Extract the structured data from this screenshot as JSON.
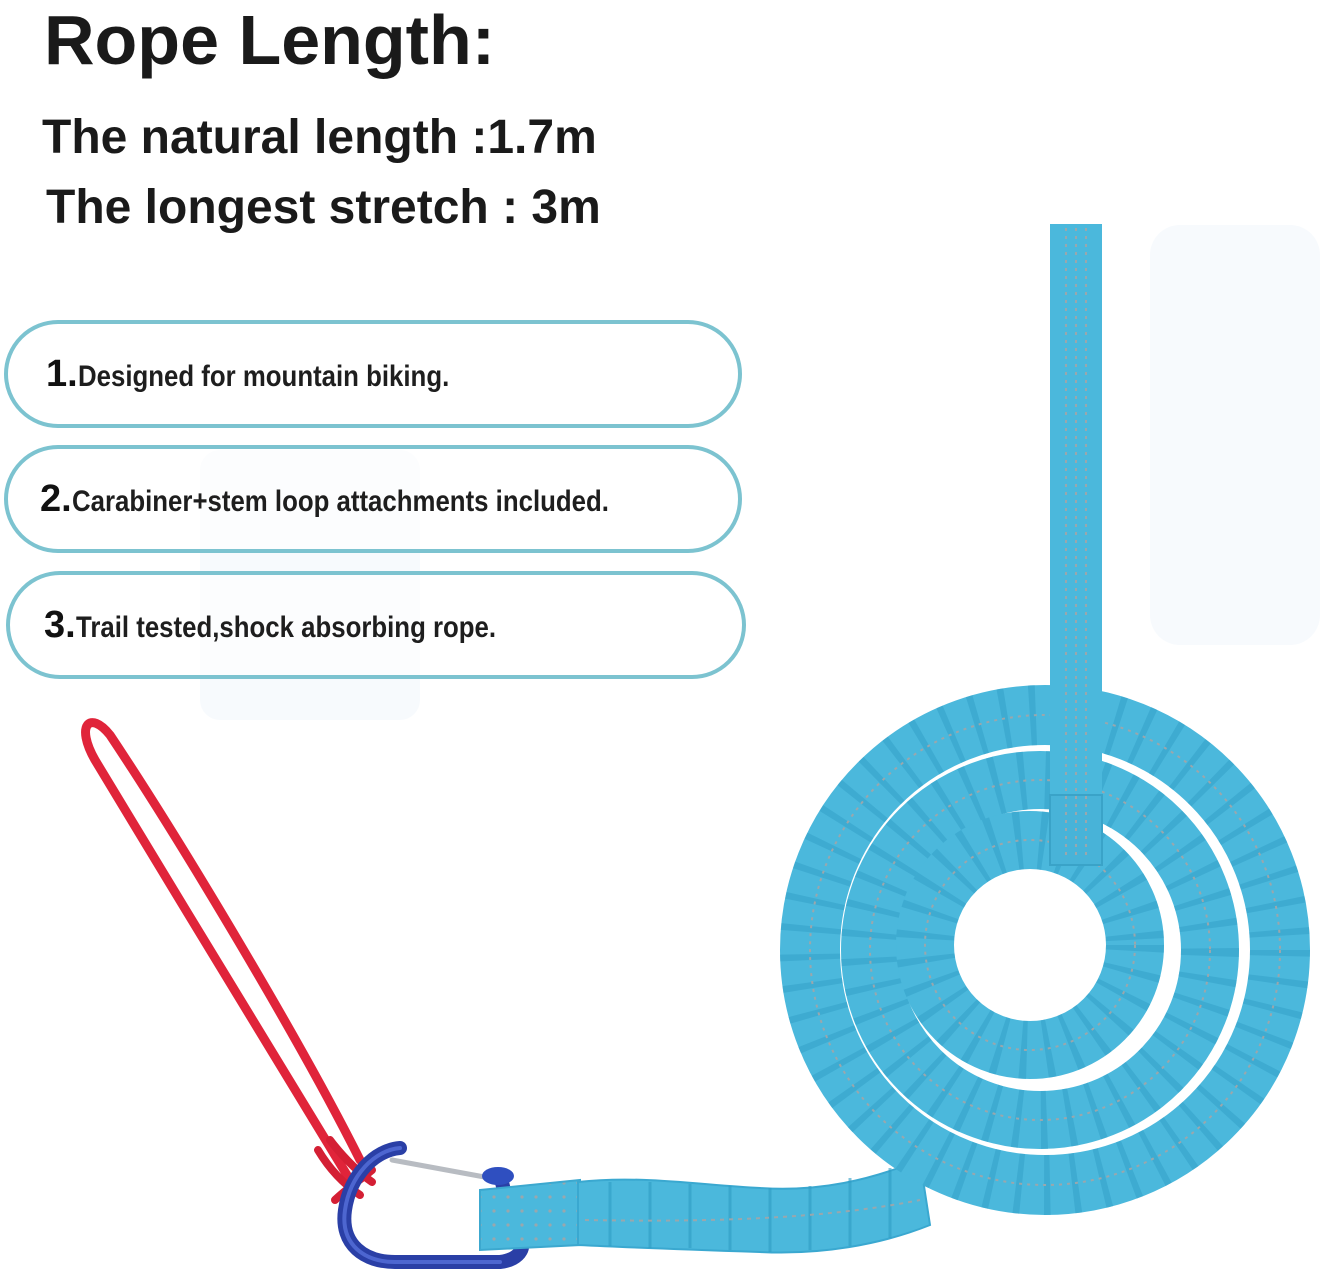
{
  "header": {
    "title": "Rope Length:",
    "natural_length_label": "The natural length",
    "natural_length_sep": " :",
    "natural_length_value": "1.7m",
    "longest_stretch_label": "The longest stretch",
    "longest_stretch_sep": " : ",
    "longest_stretch_value": "3m"
  },
  "features": [
    {
      "number": "1.",
      "text": "Designed for mountain biking."
    },
    {
      "number": "2.",
      "text": "Carabiner+stem loop attachments included."
    },
    {
      "number": "3.",
      "text": "Trail tested,shock absorbing rope."
    }
  ],
  "colors": {
    "pill_border": "#7cc3d0",
    "rope": "#4bb8dc",
    "rope_dark": "#2f9cc4",
    "stitch": "#9aa7ad",
    "loop_cord": "#e0243a",
    "carabiner": "#2840a8",
    "gate": "#b8bcc2"
  },
  "product": {
    "items": [
      "webbing-handle",
      "bungee-coil",
      "carabiner",
      "stem-loop-cord"
    ]
  }
}
